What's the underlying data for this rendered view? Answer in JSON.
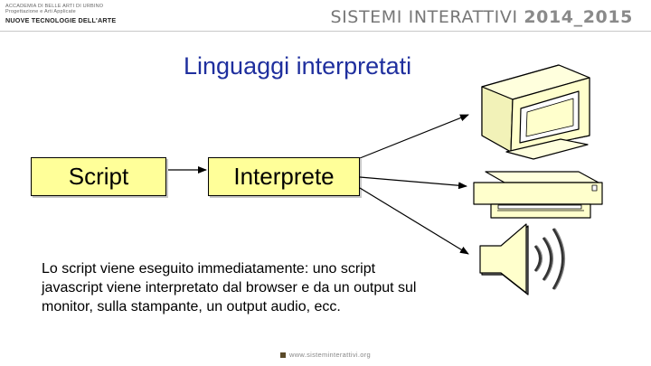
{
  "header": {
    "institution_line1": "ACCADEMIA DI BELLE ARTI DI URBINO",
    "institution_line2": "Progettazione e Arti Applicate",
    "institution_name": "NUOVE TECNOLOGIE DELL'ARTE",
    "course_title": "SISTEMI INTERATTIVI",
    "course_year": "2014_2015"
  },
  "slide": {
    "title": "Linguaggi interpretati",
    "box_script": "Script",
    "box_interprete": "Interprete",
    "body": "Lo script viene eseguito immediatamente: uno script javascript viene interpretato dal browser e da un output sul monitor, sulla stampante, un output audio, ecc."
  },
  "colors": {
    "title": "#1f2f9e",
    "box_fill": "#ffff99",
    "device_fill": "#ffffcc"
  },
  "icons": [
    "monitor-icon",
    "printer-icon",
    "speaker-icon"
  ],
  "footer": {
    "url": "www.sisteminterattivi.org"
  }
}
